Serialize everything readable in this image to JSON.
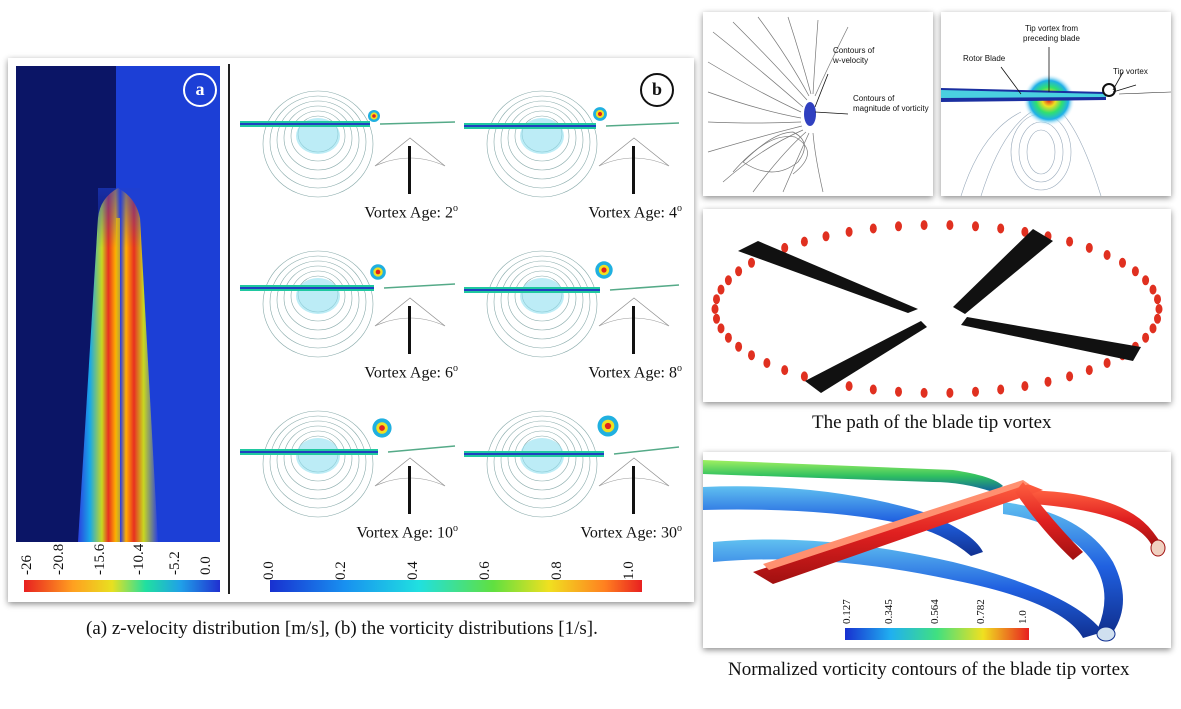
{
  "panel_a": {
    "label": "a",
    "colorbar_ticks": [
      "-26",
      "-20.8",
      "-15.6",
      "-10.4",
      "-5.2",
      "0.0"
    ]
  },
  "panel_b": {
    "label": "b",
    "vortex_ages": [
      {
        "prefix": "Vortex Age: ",
        "value": "2",
        "unit": "o"
      },
      {
        "prefix": "Vortex Age: ",
        "value": "4",
        "unit": "o"
      },
      {
        "prefix": "Vortex Age: ",
        "value": "6",
        "unit": "o"
      },
      {
        "prefix": "Vortex Age: ",
        "value": "8",
        "unit": "o"
      },
      {
        "prefix": "Vortex Age: ",
        "value": "10",
        "unit": "o"
      },
      {
        "prefix": "Vortex Age: ",
        "value": "30",
        "unit": "o"
      }
    ],
    "colorbar_ticks": [
      "0.0",
      "0.2",
      "0.4",
      "0.6",
      "0.8",
      "1.0"
    ]
  },
  "left_caption": "(a) z-velocity distribution [m/s], (b) the vorticity distributions [1/s].",
  "top_left_annotations": {
    "w_velocity": [
      "Contours of",
      "w-velocity"
    ],
    "vorticity": [
      "Contours of",
      "magnitude of vorticity"
    ]
  },
  "top_right_annotations": {
    "tip_vortex_preceding": [
      "Tip vortex from",
      "preceding blade"
    ],
    "rotor_blade": "Rotor Blade",
    "tip_vortex": "Tip vortex"
  },
  "path_caption": "The path of the blade tip vortex",
  "normalized": {
    "colorbar_ticks": [
      "0.127",
      "0.345",
      "0.564",
      "0.782",
      "1.0"
    ],
    "caption": "Normalized vorticity contours of the blade tip vortex"
  },
  "colors": {
    "jet_blue": "#1f3fd0",
    "dark_navy": "#0a1060",
    "vortex_red": "#e03020",
    "blade_black": "#111111"
  }
}
